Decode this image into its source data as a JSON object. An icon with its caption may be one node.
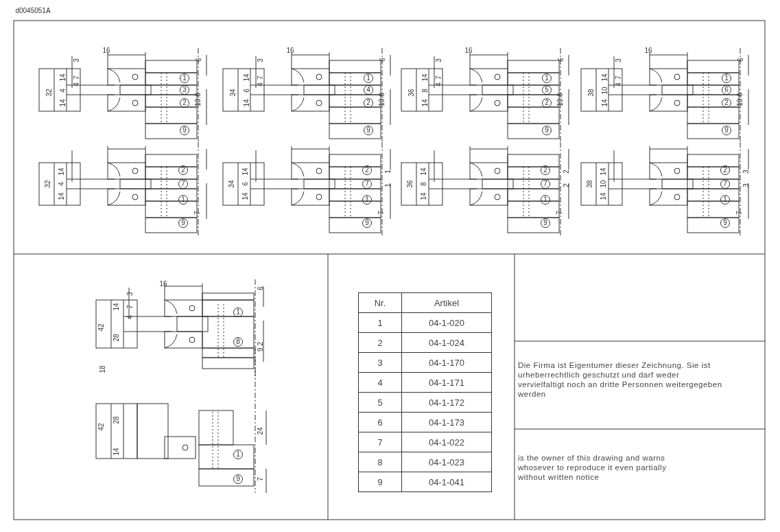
{
  "diagram": {
    "labels": [
      "d0045051A",
      "16",
      "3",
      "6",
      "32",
      "14",
      "7",
      "4",
      "4",
      "14",
      "1",
      "3",
      "2",
      "10.6",
      "9",
      "16",
      "3",
      "6",
      "34",
      "14",
      "7",
      "4",
      "6",
      "14",
      "1",
      "4",
      "2",
      "10.6",
      "9",
      "16",
      "3",
      "6",
      "36",
      "14",
      "7",
      "4",
      "8",
      "14",
      "1",
      "5",
      "2",
      "10.6",
      "9",
      "16",
      "3",
      "6",
      "38",
      "14",
      "7",
      "4",
      "10",
      "14",
      "1",
      "6",
      "2",
      "10.6",
      "9",
      "32",
      "14",
      "4",
      "14",
      "2",
      "7",
      "1",
      "7",
      "9",
      "34",
      "14",
      "6",
      "14",
      "2",
      "1",
      "7",
      "1",
      "1",
      "7",
      "9",
      "36",
      "14",
      "8",
      "14",
      "2",
      "2",
      "7",
      "2",
      "1",
      "7",
      "9",
      "38",
      "14",
      "10",
      "14",
      "2",
      "3",
      "7",
      "3",
      "1",
      "7",
      "9",
      "16",
      "3",
      "6",
      "42",
      "14",
      "7",
      "4",
      "28",
      "18",
      "1",
      "8",
      "9.2",
      "42",
      "28",
      "14",
      "24",
      "1",
      "9",
      "7",
      "Nr.",
      "Artikel",
      "1",
      "04-1-020",
      "2",
      "04-1-024",
      "3",
      "04-1-170",
      "4",
      "04-1-171",
      "5",
      "04-1-172",
      "6",
      "04-1-173",
      "7",
      "04-1-022",
      "8",
      "04-1-023",
      "9",
      "04-1-041",
      "Die Firma ist Eigentumer dieser Zeichnung. Sie ist urheberrechtlich geschutzt und darf weder vervielfaltigt noch an dritte Personnen weitergegeben werden",
      "is the owner of this drawing and warns whosever to reproduce it even partially without written notice"
    ]
  }
}
